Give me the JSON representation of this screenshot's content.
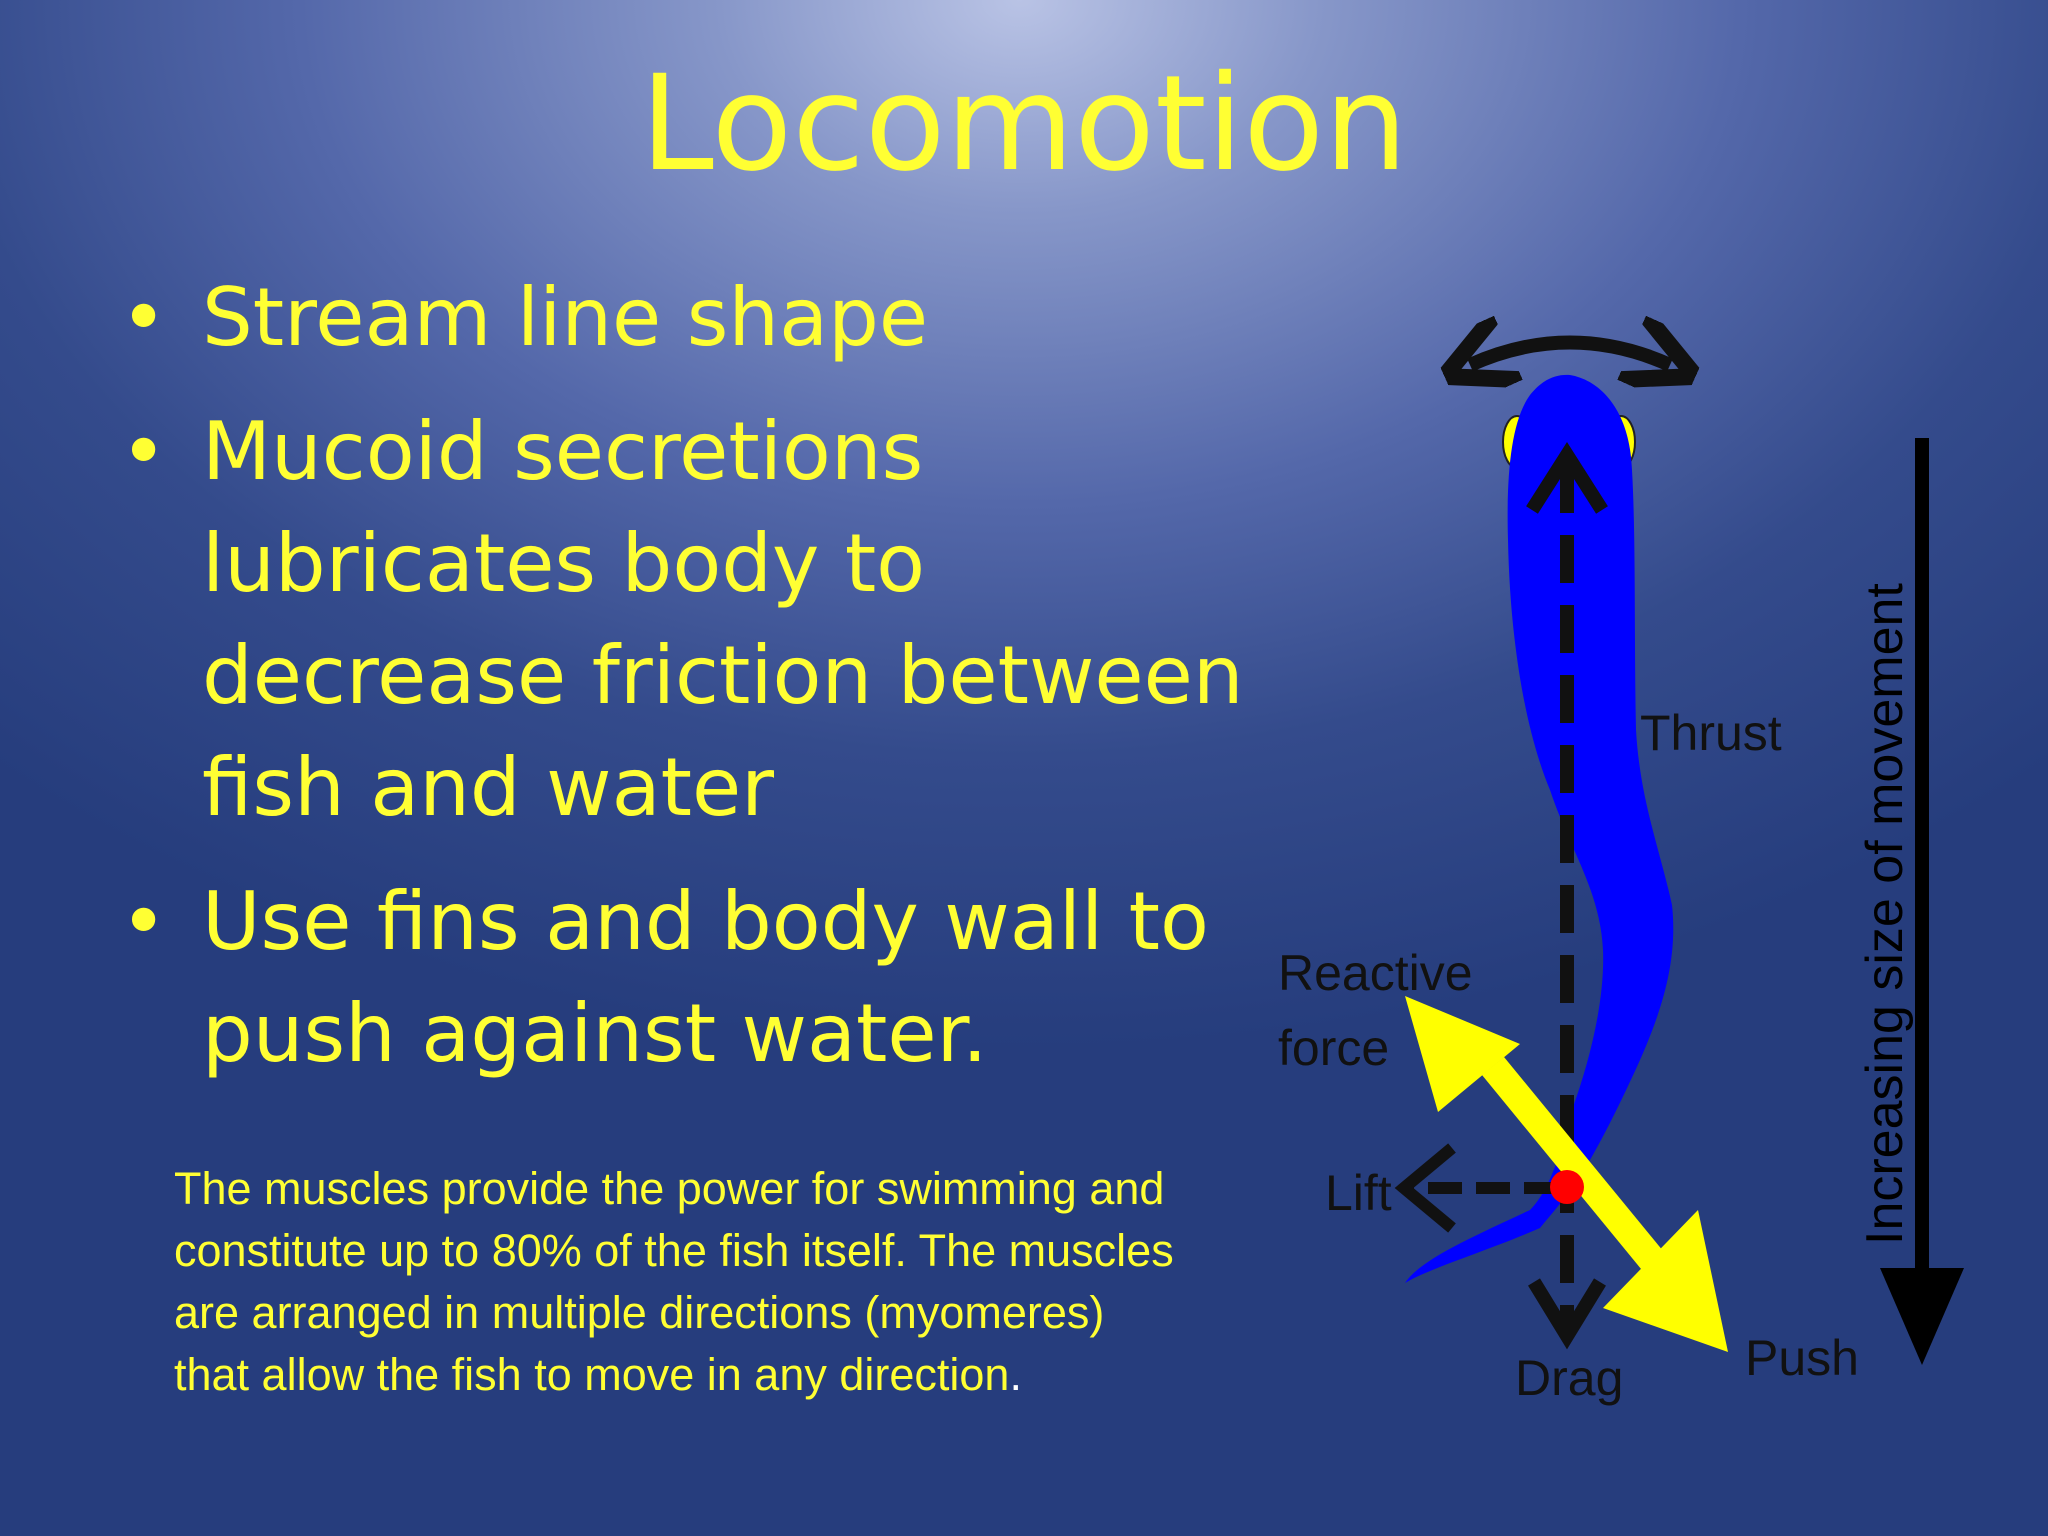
{
  "slide": {
    "title": "Locomotion",
    "bullets": [
      "Stream line shape",
      "Mucoid secretions lubricates body to decrease friction between fish and water",
      "Use fins and body wall to push against water."
    ],
    "caption": "The muscles provide the power for swimming and constitute up to 80% of the fish itself. The muscles are arranged in multiple directions (myomeres) that allow the fish to move in any direction",
    "caption_end": "."
  },
  "diagram": {
    "labels": {
      "thrust": "Thrust",
      "reactive_force_line1": "Reactive",
      "reactive_force_line2": "force",
      "lift": "Lift",
      "drag": "Drag",
      "push": "Push",
      "movement_axis": "Increasing size of movement"
    },
    "colors": {
      "fish_body": "#0000ff",
      "fish_eyes": "#ffff00",
      "force_arrow": "#ffff00",
      "pivot_point": "#ff0000",
      "text": "#ffff33"
    }
  }
}
